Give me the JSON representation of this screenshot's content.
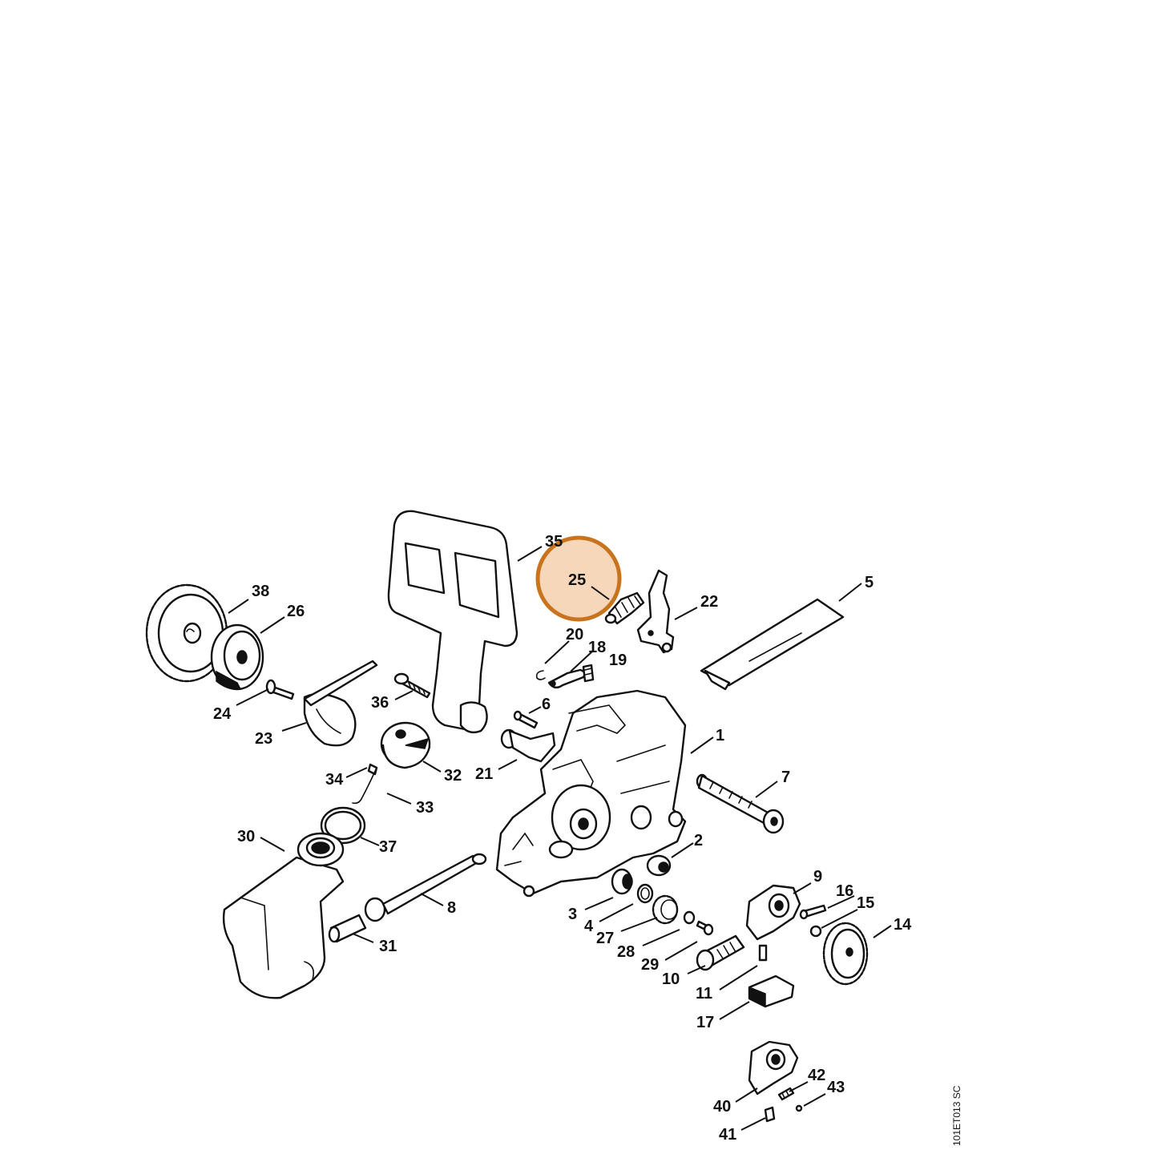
{
  "diagram": {
    "drawing_code": "101ET013 SC",
    "highlight": {
      "label": "25",
      "fill": "#f6d0ad",
      "stroke": "#c8741e"
    },
    "callouts": {
      "c1": "1",
      "c2": "2",
      "c3": "3",
      "c4": "4",
      "c5": "5",
      "c6": "6",
      "c7": "7",
      "c8": "8",
      "c9": "9",
      "c10": "10",
      "c11": "11",
      "c14": "14",
      "c15": "15",
      "c16": "16",
      "c17": "17",
      "c18": "18",
      "c19": "19",
      "c20": "20",
      "c21": "21",
      "c22": "22",
      "c23": "23",
      "c24": "24",
      "c25": "25",
      "c26": "26",
      "c27": "27",
      "c28": "28",
      "c29": "29",
      "c30": "30",
      "c31": "31",
      "c32": "32",
      "c33": "33",
      "c34": "34",
      "c35": "35",
      "c36": "36",
      "c37": "37",
      "c38": "38",
      "c40": "40",
      "c41": "41",
      "c42": "42",
      "c43": "43"
    }
  }
}
